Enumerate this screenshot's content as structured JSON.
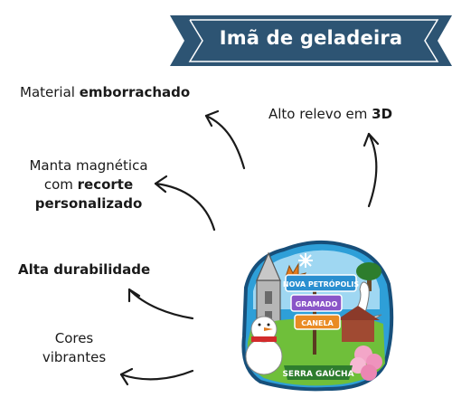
{
  "banner": {
    "title": "Imã de geladeira",
    "color": "#2d5473"
  },
  "features": {
    "material": {
      "prefix": "Material ",
      "bold": "emborrachado"
    },
    "relief": {
      "prefix": "Alto relevo em ",
      "bold": "3D"
    },
    "magnet_sheet": {
      "line1": "Manta magnética",
      "prefix2": "com ",
      "bold2": "recorte",
      "bold3": "personalizado"
    },
    "durability": {
      "bold": "Alta durabilidade"
    },
    "colors": {
      "line1": "Cores",
      "line2": "vibrantes"
    }
  },
  "magnet": {
    "signs": [
      "NOVA PETRÓPOLIS",
      "GRAMADO",
      "CANELA"
    ],
    "footer": "SERRA GAÚCHA"
  }
}
